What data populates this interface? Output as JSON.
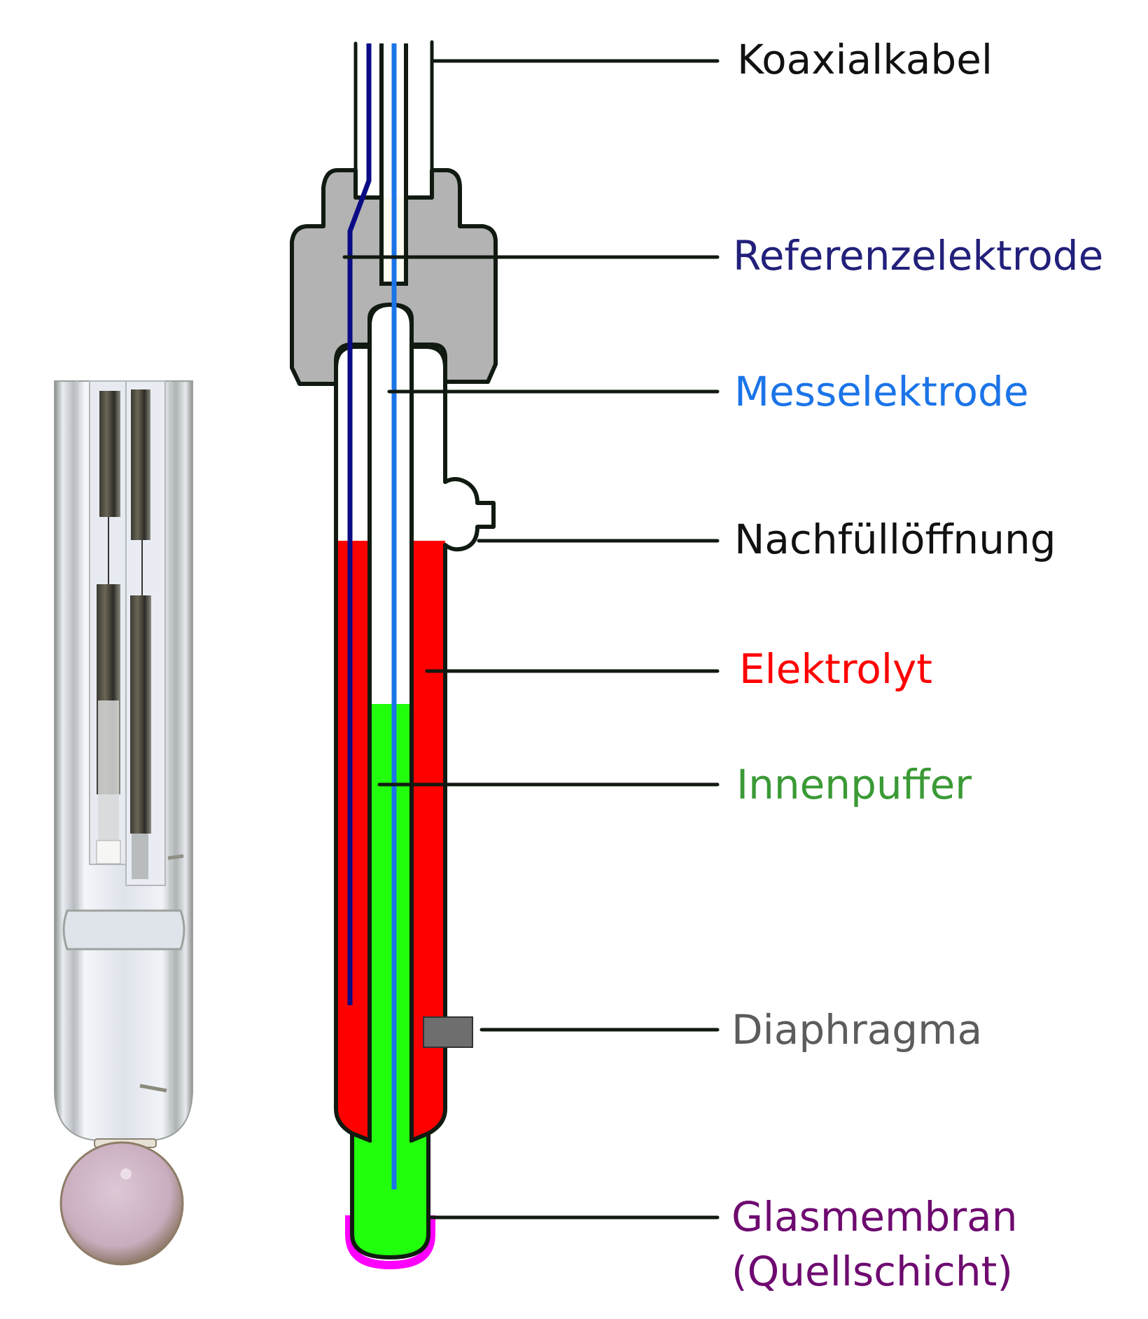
{
  "title": "pH-Einstabmesskette (Glaselektrode) – Aufbau",
  "colors": {
    "electrolyte": "#ff0000",
    "inner_buffer": "#22ff0c",
    "cap": "#b3b3b3",
    "reference_wire": "#0b0b86",
    "measuring_wire": "#1b74e8",
    "diaphragm": "#6e6e6e",
    "membrane_swell_layer": "#ff00ff",
    "outline": "#111a11"
  },
  "labels": [
    {
      "id": "koaxialkabel",
      "text": "Koaxialkabel",
      "color": "#111111"
    },
    {
      "id": "referenzelektrode",
      "text": "Referenzelektrode",
      "color": "#22207a"
    },
    {
      "id": "messelektrode",
      "text": "Messelektrode",
      "color": "#1b74e8"
    },
    {
      "id": "nachfuelloeffnung",
      "text": "Nachfüllöffnung",
      "color": "#111111"
    },
    {
      "id": "elektrolyt",
      "text": "Elektrolyt",
      "color": "#ff0000"
    },
    {
      "id": "innenpuffer",
      "text": "Innenpuffer",
      "color": "#3a9a35"
    },
    {
      "id": "diaphragma",
      "text": "Diaphragma",
      "color": "#5c5c5c"
    },
    {
      "id": "glasmembran",
      "text": "Glasmembran",
      "color": "#6e0a70"
    },
    {
      "id": "quellschicht",
      "text": "(Quellschicht)",
      "color": "#6e0a70"
    }
  ],
  "photo": {
    "description": "Foto einer pH-Glaselektrode"
  }
}
